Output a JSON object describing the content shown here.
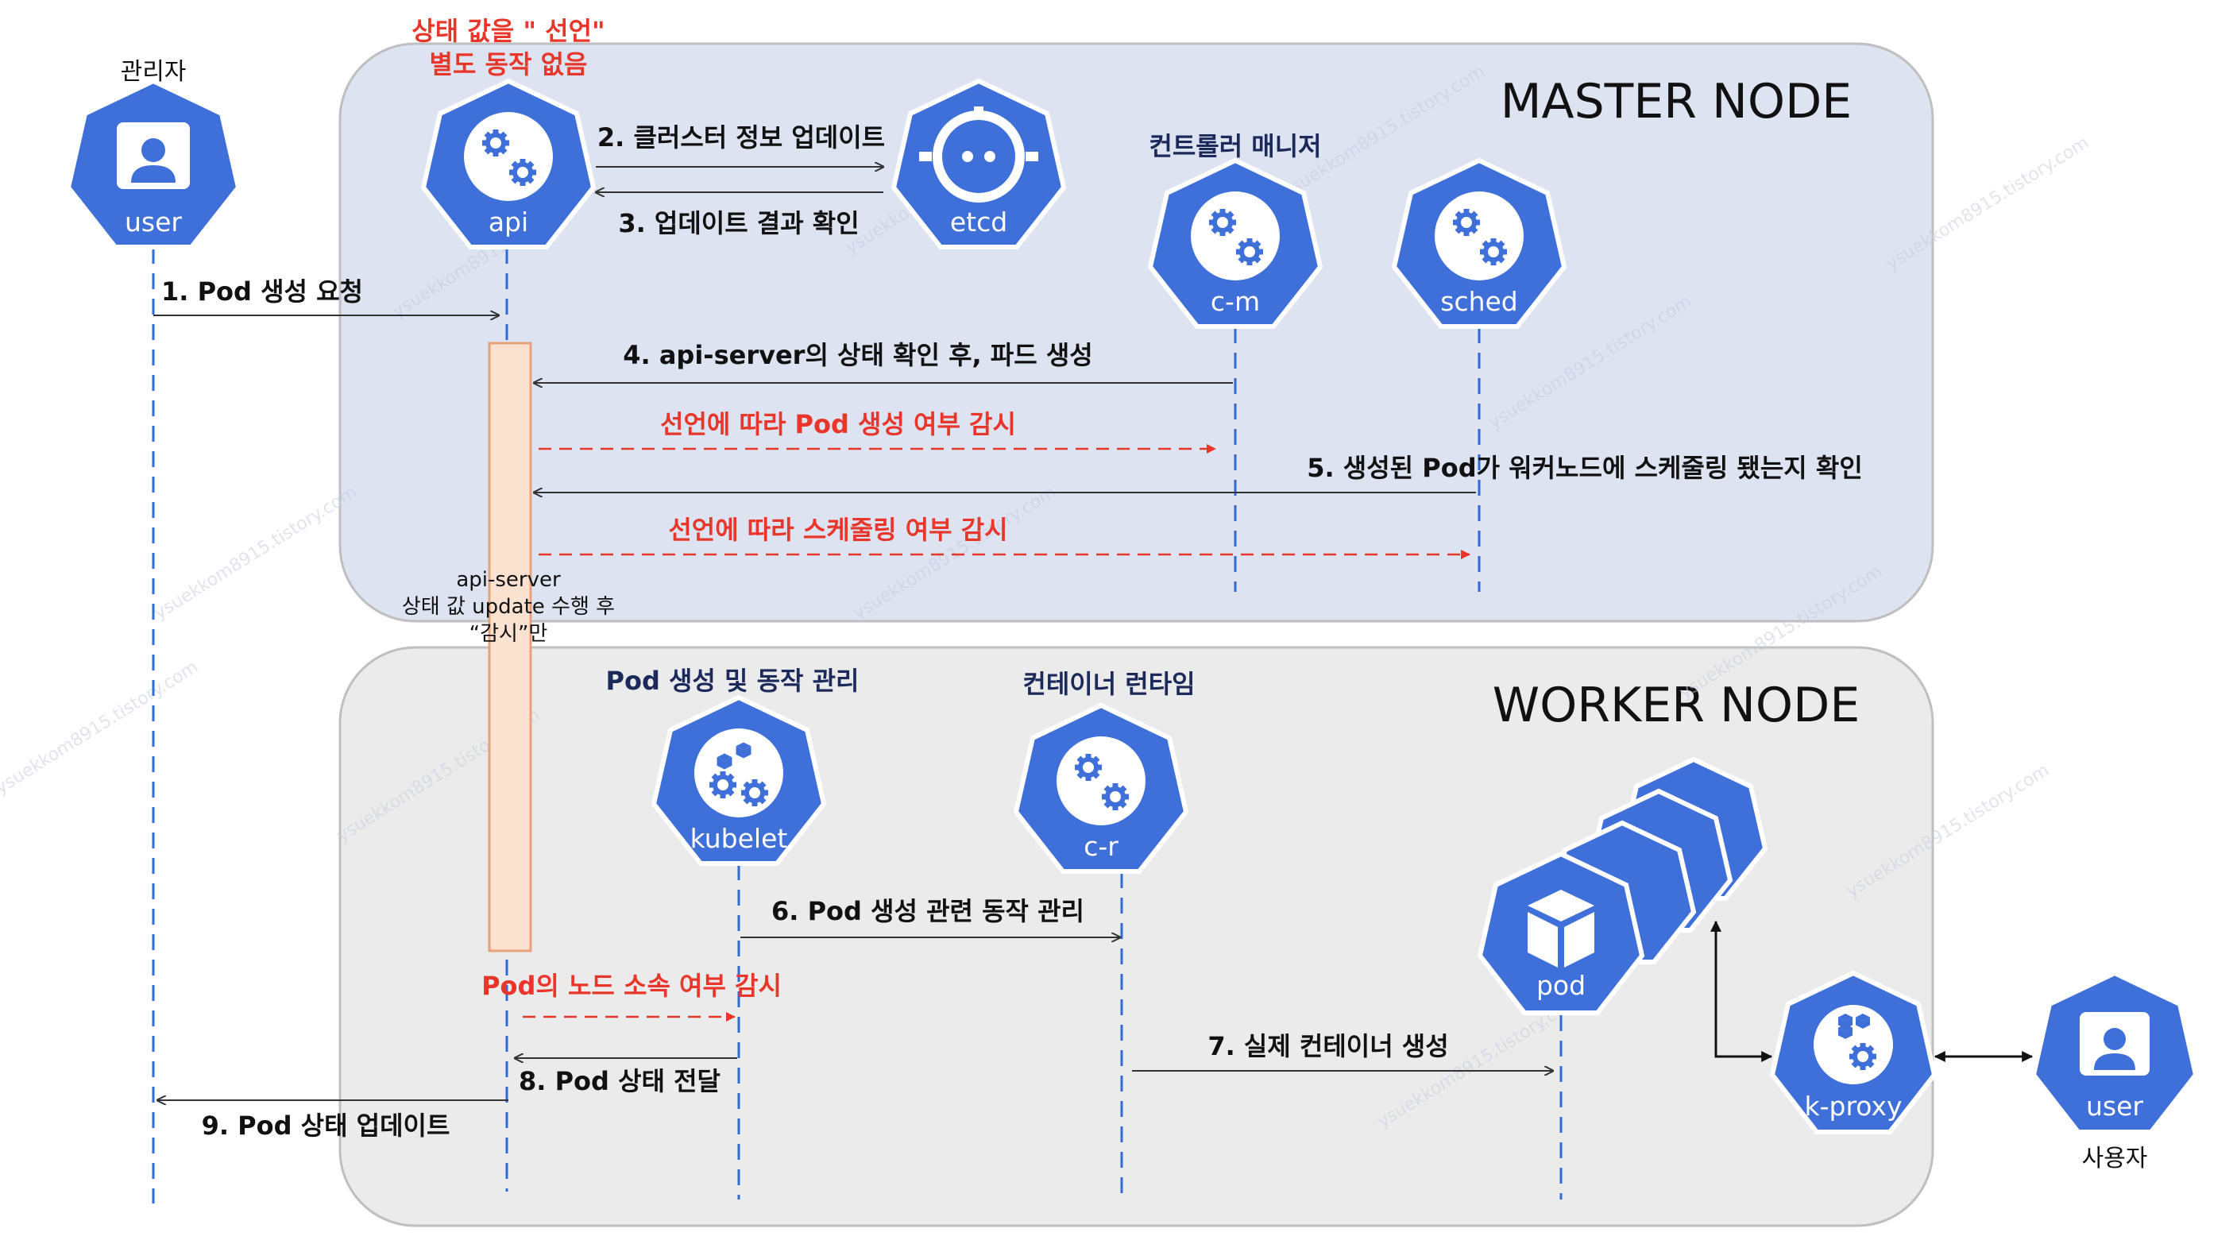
{
  "master": {
    "title": "MASTER NODE"
  },
  "worker": {
    "title": "WORKER NODE"
  },
  "actors": {
    "admin": {
      "caption": "관리자",
      "icon_label": "user"
    },
    "enduser": {
      "caption": "사용자",
      "icon_label": "user"
    }
  },
  "components": {
    "api": {
      "icon_label": "api",
      "note_line1": "상태 값을 \" 선언\"",
      "note_line2": "별도 동작 없음"
    },
    "etcd": {
      "icon_label": "etcd"
    },
    "cm": {
      "icon_label": "c-m",
      "role": "컨트롤러 매니저"
    },
    "sched": {
      "icon_label": "sched"
    },
    "kubelet": {
      "icon_label": "kubelet",
      "role": "Pod 생성 및 동작 관리"
    },
    "cr": {
      "icon_label": "c-r",
      "role": "컨테이너 런타임"
    },
    "pod": {
      "icon_label": "pod"
    },
    "kproxy": {
      "icon_label": "k-proxy"
    }
  },
  "activation_note": {
    "line1": "api-server",
    "line2": "상태 값 update 수행 후",
    "line3": "“감시”만"
  },
  "messages": {
    "m1": "1. Pod 생성 요청",
    "m2": "2. 클러스터 정보 업데이트",
    "m3": "3. 업데이트 결과 확인",
    "m4": "4. api-server의 상태 확인 후, 파드 생성",
    "w1": "선언에 따라 Pod 생성 여부 감시",
    "m5": "5. 생성된 Pod가 워커노드에 스케줄링 됐는지 확인",
    "w2": "선언에 따라 스케줄링 여부 감시",
    "m6": "6. Pod 생성 관련 동작 관리",
    "w3": "Pod의 노드 소속 여부 감시",
    "m7": "7. 실제 컨테이너 생성",
    "m8": "8. Pod 상태 전달",
    "m9": "9. Pod 상태 업데이트"
  },
  "watermark": "ysuekkom8915.tistory.com",
  "colors": {
    "k8s_blue": "#3f6fd8",
    "master_bg": "#dde3f1",
    "worker_bg": "#ebebeb",
    "activation_fill": "#fbe1cf",
    "activation_stroke": "#e8a27b",
    "watch_red": "#e8362a",
    "lifeline": "#2e6bd6"
  }
}
